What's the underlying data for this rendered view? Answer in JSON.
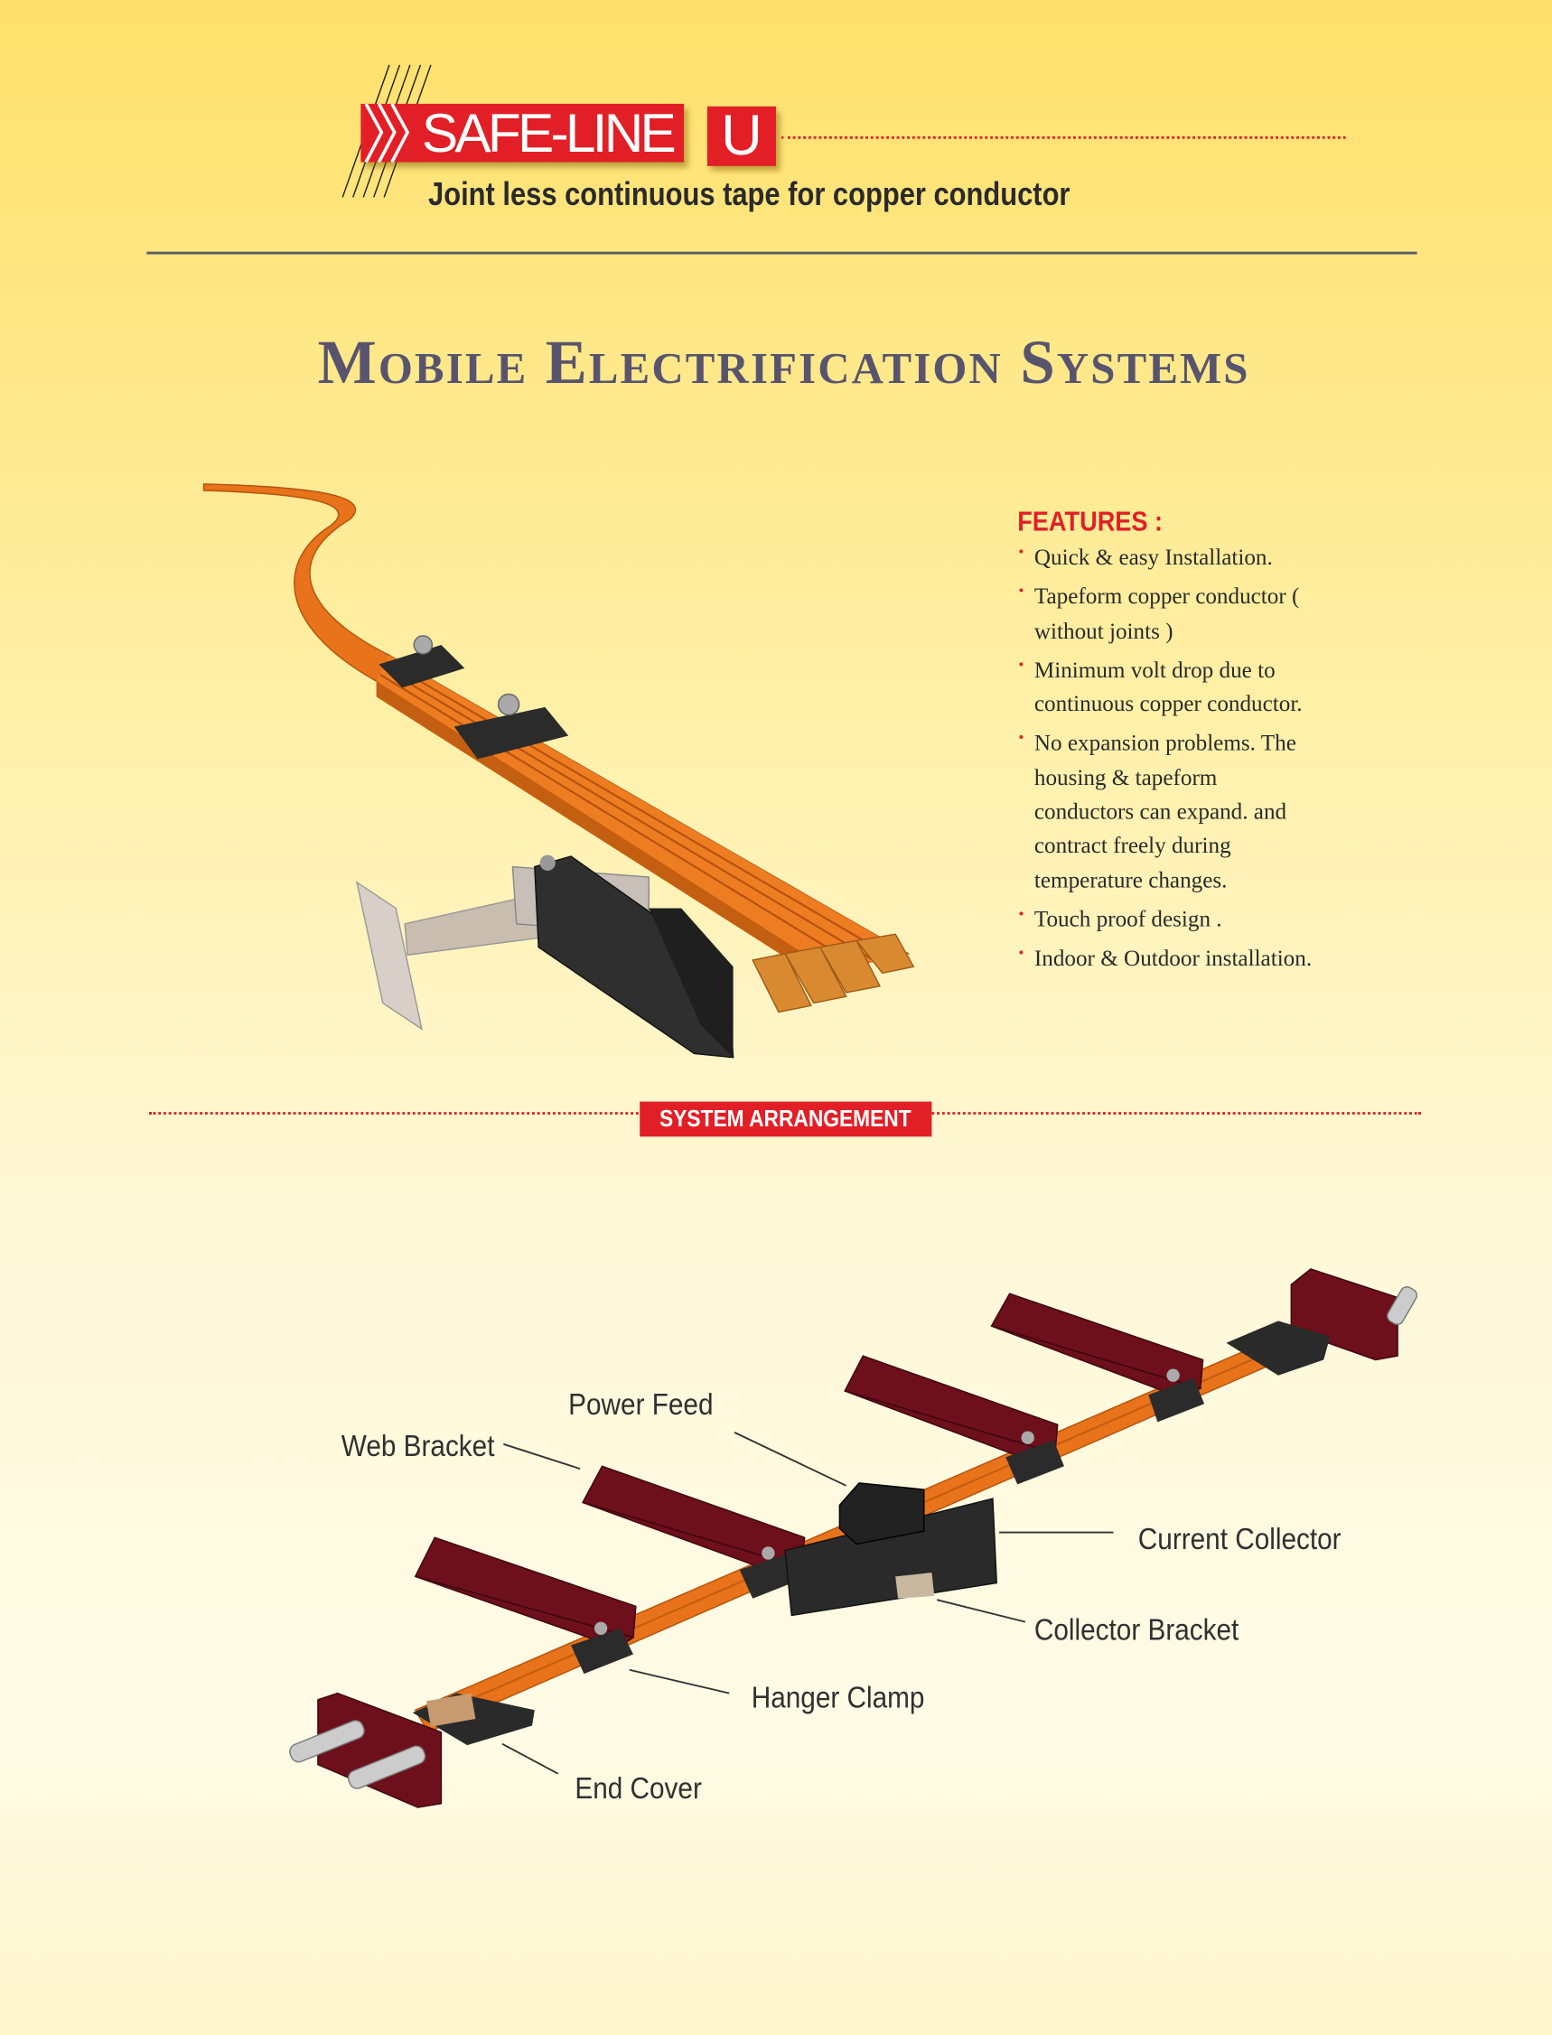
{
  "header": {
    "logo_text": "SAFE-LINE",
    "logo_suffix": "U",
    "subtitle": "Joint less continuous tape for  copper conductor"
  },
  "title": "Mobile Electrification Systems",
  "features": {
    "heading": "FEATURES  :",
    "items": [
      "Quick & easy Installation.",
      "Tapeform copper conductor ( without joints )",
      "Minimum volt drop due to continuous copper conductor.",
      "No expansion problems. The housing & tapeform conductors can expand. and contract freely during temperature changes.",
      "Touch proof design .",
      "Indoor & Outdoor installation."
    ]
  },
  "section": {
    "label": "SYSTEM ARRANGEMENT"
  },
  "diagram": {
    "labels": {
      "web_bracket": "Web Bracket",
      "power_feed": "Power Feed",
      "current_collector": "Current Collector",
      "collector_bracket": "Collector Bracket",
      "hanger_clamp": "Hanger Clamp",
      "end_cover": "End Cover"
    }
  },
  "colors": {
    "accent": "#e21f26",
    "title": "#59546e",
    "rail": "#e8731a",
    "bracket": "#6e0f1c"
  }
}
